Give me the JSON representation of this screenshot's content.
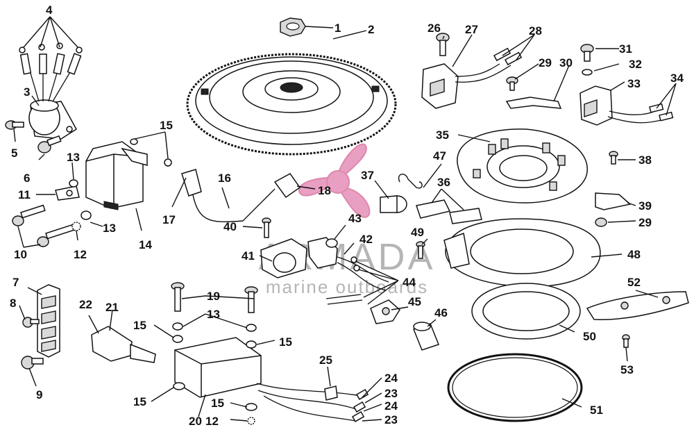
{
  "watermark": {
    "brand": "ARMADA",
    "tagline": "marine outboards",
    "logo_icon": "propeller-icon",
    "logo_color": "#e48fb8"
  },
  "labels": {
    "n1": "1",
    "n2": "2",
    "n3": "3",
    "n4": "4",
    "n5": "5",
    "n6": "6",
    "n7": "7",
    "n8": "8",
    "n9": "9",
    "n10": "10",
    "n11": "11",
    "n12a": "12",
    "n12b": "12",
    "n13a": "13",
    "n13b": "13",
    "n13c": "13",
    "n14": "14",
    "n15a": "15",
    "n15b": "15",
    "n15c": "15",
    "n15d": "15",
    "n15e": "15",
    "n16": "16",
    "n17": "17",
    "n18": "18",
    "n19": "19",
    "n20": "20",
    "n21": "21",
    "n22": "22",
    "n23a": "23",
    "n23b": "23",
    "n24a": "24",
    "n24b": "24",
    "n25": "25",
    "n26": "26",
    "n27": "27",
    "n28": "28",
    "n29a": "29",
    "n29b": "29",
    "n30": "30",
    "n31": "31",
    "n32": "32",
    "n33": "33",
    "n34": "34",
    "n35": "35",
    "n36": "36",
    "n37": "37",
    "n38": "38",
    "n39": "39",
    "n40": "40",
    "n41": "41",
    "n42": "42",
    "n43": "43",
    "n44": "44",
    "n45": "45",
    "n46": "46",
    "n47": "47",
    "n48": "48",
    "n49": "49",
    "n50": "50",
    "n51": "51",
    "n52": "52",
    "n53": "53"
  }
}
